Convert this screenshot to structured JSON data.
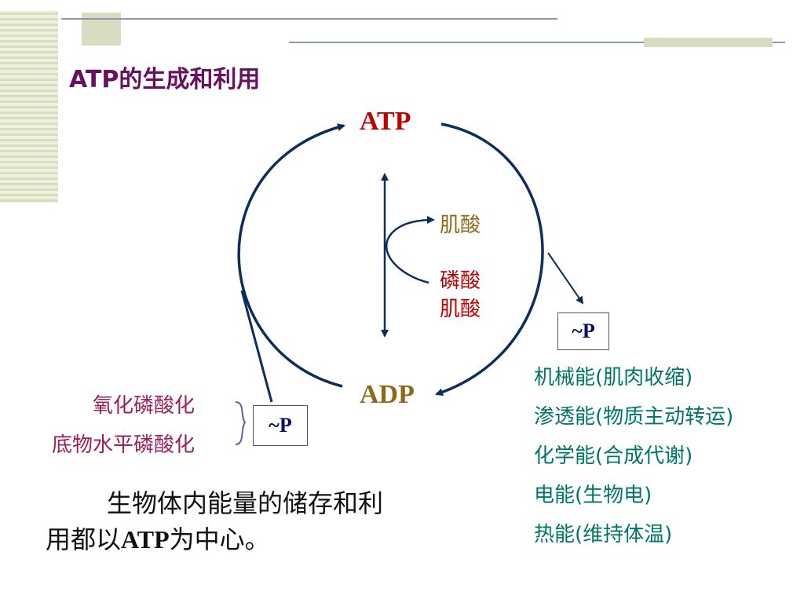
{
  "title": "ATP的生成和利用",
  "nodes": {
    "atp": "ATP",
    "adp": "ADP"
  },
  "creatine": "肌酸",
  "phosphocreatine": {
    "line1": "磷酸",
    "line2": "肌酸"
  },
  "p_right": "~P",
  "p_left": "~P",
  "atp_sources": [
    "氧化磷酸化",
    "底物水平磷酸化"
  ],
  "energy_uses": [
    "机械能(肌肉收缩)",
    "渗透能(物质主动转运)",
    "化学能(合成代谢)",
    "电能(生物电)",
    "热能(维持体温)"
  ],
  "summary": {
    "line1": "生物体内能量的储存和利",
    "line2_pre": "用都以",
    "line2_atp": "ATP",
    "line2_post": "为中心。"
  },
  "colors": {
    "navy": "#0b2e5c",
    "deco_stripe": "#d9dcc0",
    "deco_line": "#8a9ab0"
  }
}
